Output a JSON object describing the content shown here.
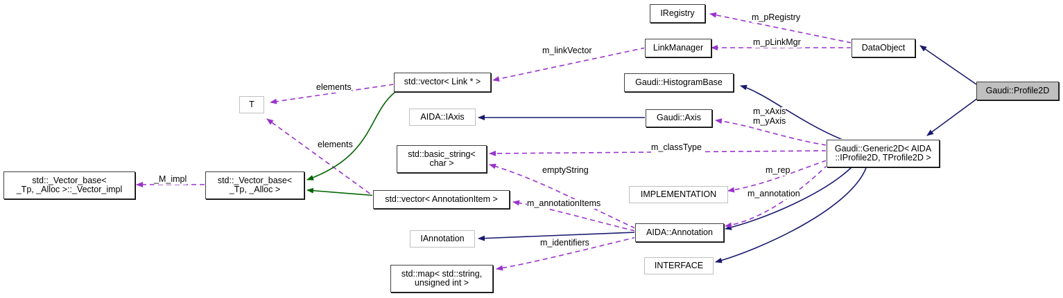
{
  "diagram": {
    "kind": "uml-collaboration-diagram",
    "title": "Gaudi::Profile2D collaboration diagram",
    "colors": {
      "inheritance_edge": "#191970",
      "usage_edge": "#9a32cd",
      "template_edge": "#006400",
      "current_node_fill": "#bfbfbf",
      "node_border": "#404040",
      "unlinked_node_border": "#bfbfbf",
      "background": "#ffffff"
    }
  },
  "nodes": [
    {
      "id": "iregistry",
      "label": "IRegistry",
      "style": "linked"
    },
    {
      "id": "linkmanager",
      "label": "LinkManager",
      "style": "linked"
    },
    {
      "id": "dataobject",
      "label": "DataObject",
      "style": "linked"
    },
    {
      "id": "profile2d",
      "label": "Gaudi::Profile2D",
      "style": "current"
    },
    {
      "id": "vectorlink",
      "label": "std::vector< Link * >",
      "style": "linked"
    },
    {
      "id": "histogrambase",
      "label": "Gaudi::HistogramBase",
      "style": "linked"
    },
    {
      "id": "t",
      "label": "T",
      "style": "unlinked"
    },
    {
      "id": "iaxis",
      "label": "AIDA::IAxis",
      "style": "unlinked"
    },
    {
      "id": "gaudiaxis",
      "label": "Gaudi::Axis",
      "style": "linked"
    },
    {
      "id": "generic2d",
      "label": "Gaudi::Generic2D< AIDA\n::IProfile2D, TProfile2D >",
      "style": "linked"
    },
    {
      "id": "basicstring",
      "label": "std::basic_string<\nchar >",
      "style": "linked"
    },
    {
      "id": "vectorimpl",
      "label": "std::_Vector_base<\n_Tp, _Alloc >::_Vector_impl",
      "style": "linked"
    },
    {
      "id": "vectorbase",
      "label": "std::_Vector_base<\n_Tp, _Alloc >",
      "style": "linked"
    },
    {
      "id": "vectorannot",
      "label": "std::vector< AnnotationItem >",
      "style": "linked"
    },
    {
      "id": "implementation",
      "label": "IMPLEMENTATION",
      "style": "unlinked"
    },
    {
      "id": "annotation",
      "label": "AIDA::Annotation",
      "style": "linked"
    },
    {
      "id": "iannotation",
      "label": "IAnnotation",
      "style": "unlinked"
    },
    {
      "id": "interface",
      "label": "INTERFACE",
      "style": "unlinked"
    },
    {
      "id": "stdmap",
      "label": "std::map< std::string,\nunsigned int >",
      "style": "linked"
    }
  ],
  "edge_labels": [
    {
      "id": "m_pRegistry",
      "text": "m_pRegistry"
    },
    {
      "id": "m_pLinkMgr",
      "text": "m_pLinkMgr"
    },
    {
      "id": "m_linkVector",
      "text": "m_linkVector"
    },
    {
      "id": "elements_top",
      "text": "elements"
    },
    {
      "id": "elements_bottom",
      "text": "elements"
    },
    {
      "id": "m_xAxis_m_yAxis",
      "text": "m_xAxis\nm_yAxis"
    },
    {
      "id": "m_classType",
      "text": "m_classType"
    },
    {
      "id": "emptyString",
      "text": "emptyString"
    },
    {
      "id": "m_rep",
      "text": "m_rep"
    },
    {
      "id": "m_annotation",
      "text": "m_annotation"
    },
    {
      "id": "m_annotationItems",
      "text": "m_annotationItems"
    },
    {
      "id": "m_identifiers",
      "text": "m_identifiers"
    },
    {
      "id": "_M_impl",
      "text": "_M_impl"
    }
  ]
}
